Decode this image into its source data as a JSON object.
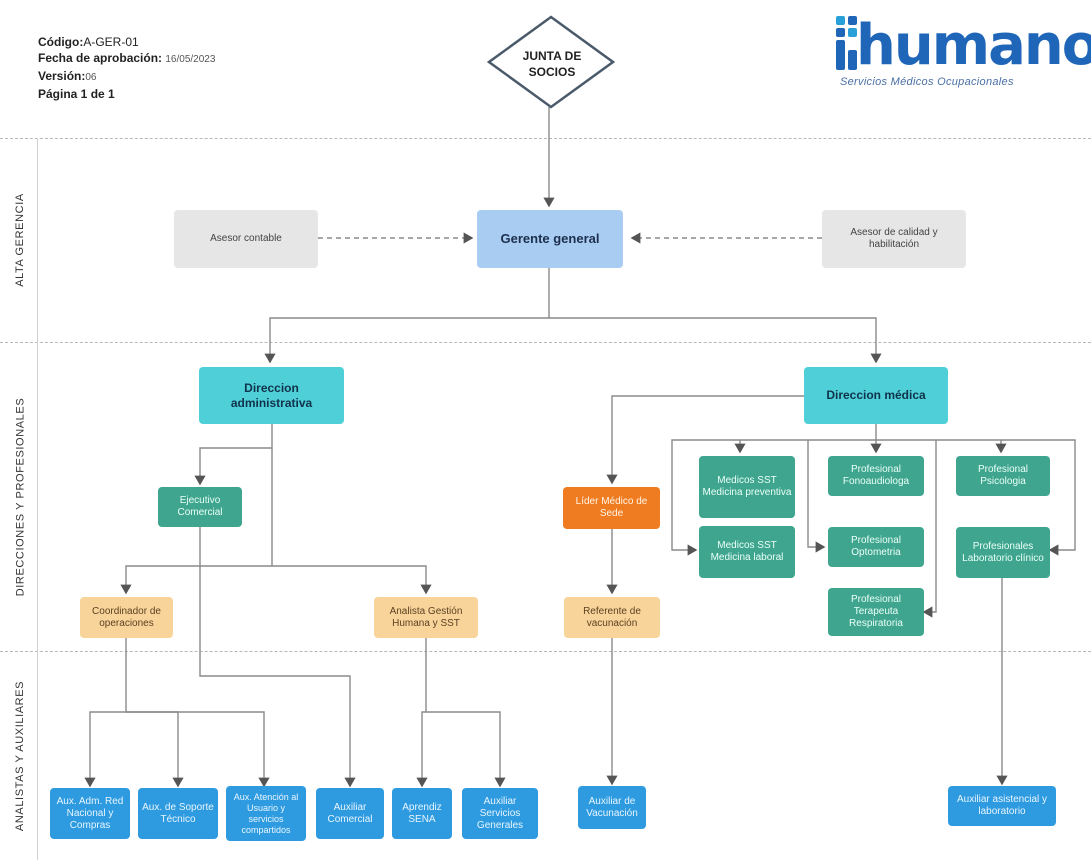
{
  "document": {
    "code_label": "Código:",
    "code_value": "A-GER-01",
    "approval_label": "Fecha de aprobación:",
    "approval_value": "16/05/2023",
    "version_label": "Versión:",
    "version_value": "06",
    "page": "Página 1 de 1"
  },
  "logo": {
    "wordmark": "humanos",
    "tagline": "Servicios Médicos Ocupacionales"
  },
  "bands": {
    "top": "ALTA GERENCIA",
    "middle": "DIRECCIONES Y PROFESIONALES",
    "bottom": "ANALISTAS Y AUXILIARES"
  },
  "nodes": {
    "junta": "JUNTA DE SOCIOS",
    "gerente": "Gerente general",
    "asesor_contable": "Asesor contable",
    "asesor_calidad": "Asesor de calidad y habilitación",
    "dir_admin": "Direccion administrativa",
    "dir_medica": "Direccion médica",
    "ejecutivo": "Ejecutivo Comercial",
    "coordinador": "Coordinador de operaciones",
    "analista": "Analista Gestión Humana y SST",
    "lider": "Líder Médico de Sede",
    "referente": "Referente de vacunación",
    "med_prev": "Medicos SST Medicina preventiva",
    "med_lab": "Medicos SST Medicina laboral",
    "fono": "Profesional Fonoaudiologa",
    "opto": "Profesional Optometria",
    "terapeuta": "Profesional Terapeuta Respiratoria",
    "psico": "Profesional Psicologia",
    "laboratorio": "Profesionales Laboratorio clínico",
    "aux_red": "Aux. Adm. Red Nacional y Compras",
    "aux_soporte": "Aux. de Soporte Técnico",
    "aux_atencion": "Aux. Atención al Usuario y servicios compartidos",
    "aux_comercial": "Auxiliar Comercial",
    "aprendiz": "Aprendiz SENA",
    "aux_generales": "Auxiliar Servicios Generales",
    "aux_vacunacion": "Auxiliar de Vacunación",
    "aux_asistencial": "Auxiliar asistencial y laboratorio"
  },
  "colors": {
    "top": "#a8ccf2",
    "direction": "#4fd0d8",
    "professional": "#3fa58f",
    "leader": "#f07c22",
    "analyst": "#f9d49a",
    "auxiliary": "#2e9be0",
    "advisor": "#e6e6e6"
  }
}
